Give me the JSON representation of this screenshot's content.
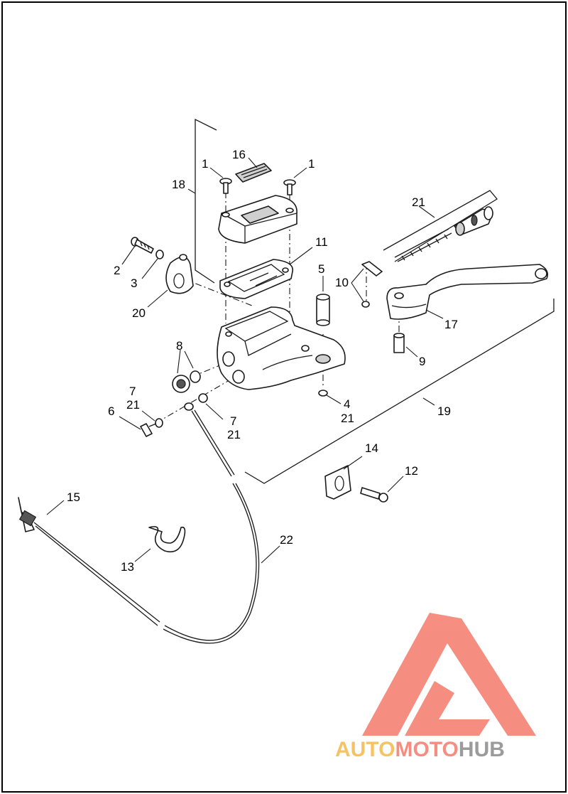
{
  "callouts": [
    {
      "id": "c1a",
      "text": "1"
    },
    {
      "id": "c1b",
      "text": "1"
    },
    {
      "id": "c16",
      "text": "16"
    },
    {
      "id": "c18",
      "text": "18"
    },
    {
      "id": "c11",
      "text": "11"
    },
    {
      "id": "c2",
      "text": "2"
    },
    {
      "id": "c3",
      "text": "3"
    },
    {
      "id": "c20",
      "text": "20"
    },
    {
      "id": "c5",
      "text": "5"
    },
    {
      "id": "c10",
      "text": "10"
    },
    {
      "id": "c21top",
      "text": "21"
    },
    {
      "id": "c17",
      "text": "17"
    },
    {
      "id": "c9",
      "text": "9"
    },
    {
      "id": "c8",
      "text": "8"
    },
    {
      "id": "c7a",
      "text": "7"
    },
    {
      "id": "c21a",
      "text": "21"
    },
    {
      "id": "c6",
      "text": "6"
    },
    {
      "id": "c7b",
      "text": "7"
    },
    {
      "id": "c21b",
      "text": "21"
    },
    {
      "id": "c4",
      "text": "4"
    },
    {
      "id": "c21c",
      "text": "21"
    },
    {
      "id": "c19",
      "text": "19"
    },
    {
      "id": "c14",
      "text": "14"
    },
    {
      "id": "c12",
      "text": "12"
    },
    {
      "id": "c15",
      "text": "15"
    },
    {
      "id": "c22",
      "text": "22"
    },
    {
      "id": "c13",
      "text": "13"
    }
  ],
  "watermark": {
    "word1": "AUTO",
    "word2": "MOTO",
    "word3": "HUB",
    "color_primary": "#f47b6b",
    "color_secondary": "#f5b94a",
    "color_tertiary": "#8a8a8a"
  },
  "colors": {
    "line": "#1a1a1a",
    "part_fill": "#ffffff",
    "part_shade": "#cfcfcf"
  }
}
